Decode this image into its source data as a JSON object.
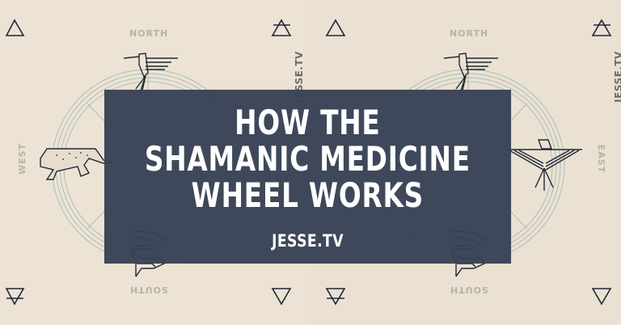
{
  "title_lines": [
    "HOW THE",
    "SHAMANIC MEDICINE",
    "WHEEL WORKS"
  ],
  "subtitle": "JESSE.TV",
  "brand_vertical": "JESSE.TV",
  "directions": {
    "north": "NORTH",
    "south": "SOUTH",
    "west": "WEST",
    "east": "EAST"
  },
  "animals": {
    "north": "hummingbird",
    "west": "jaguar",
    "east": "eagle",
    "south": "serpent"
  },
  "elements": {
    "top_left": "air-triangle",
    "top_right": "air-triangle-bar",
    "bottom_left": "earth-triangle-bar",
    "bottom_right": "water-triangle"
  },
  "colors": {
    "background": "#ede3d5",
    "overlay": "#374254",
    "title_text": "#ffffff",
    "direction_labels": "#b6b2a6",
    "wheel_lines": "#a9bfb4",
    "icon_lines": "#1f2838",
    "brand_text": "#6d6c66"
  }
}
